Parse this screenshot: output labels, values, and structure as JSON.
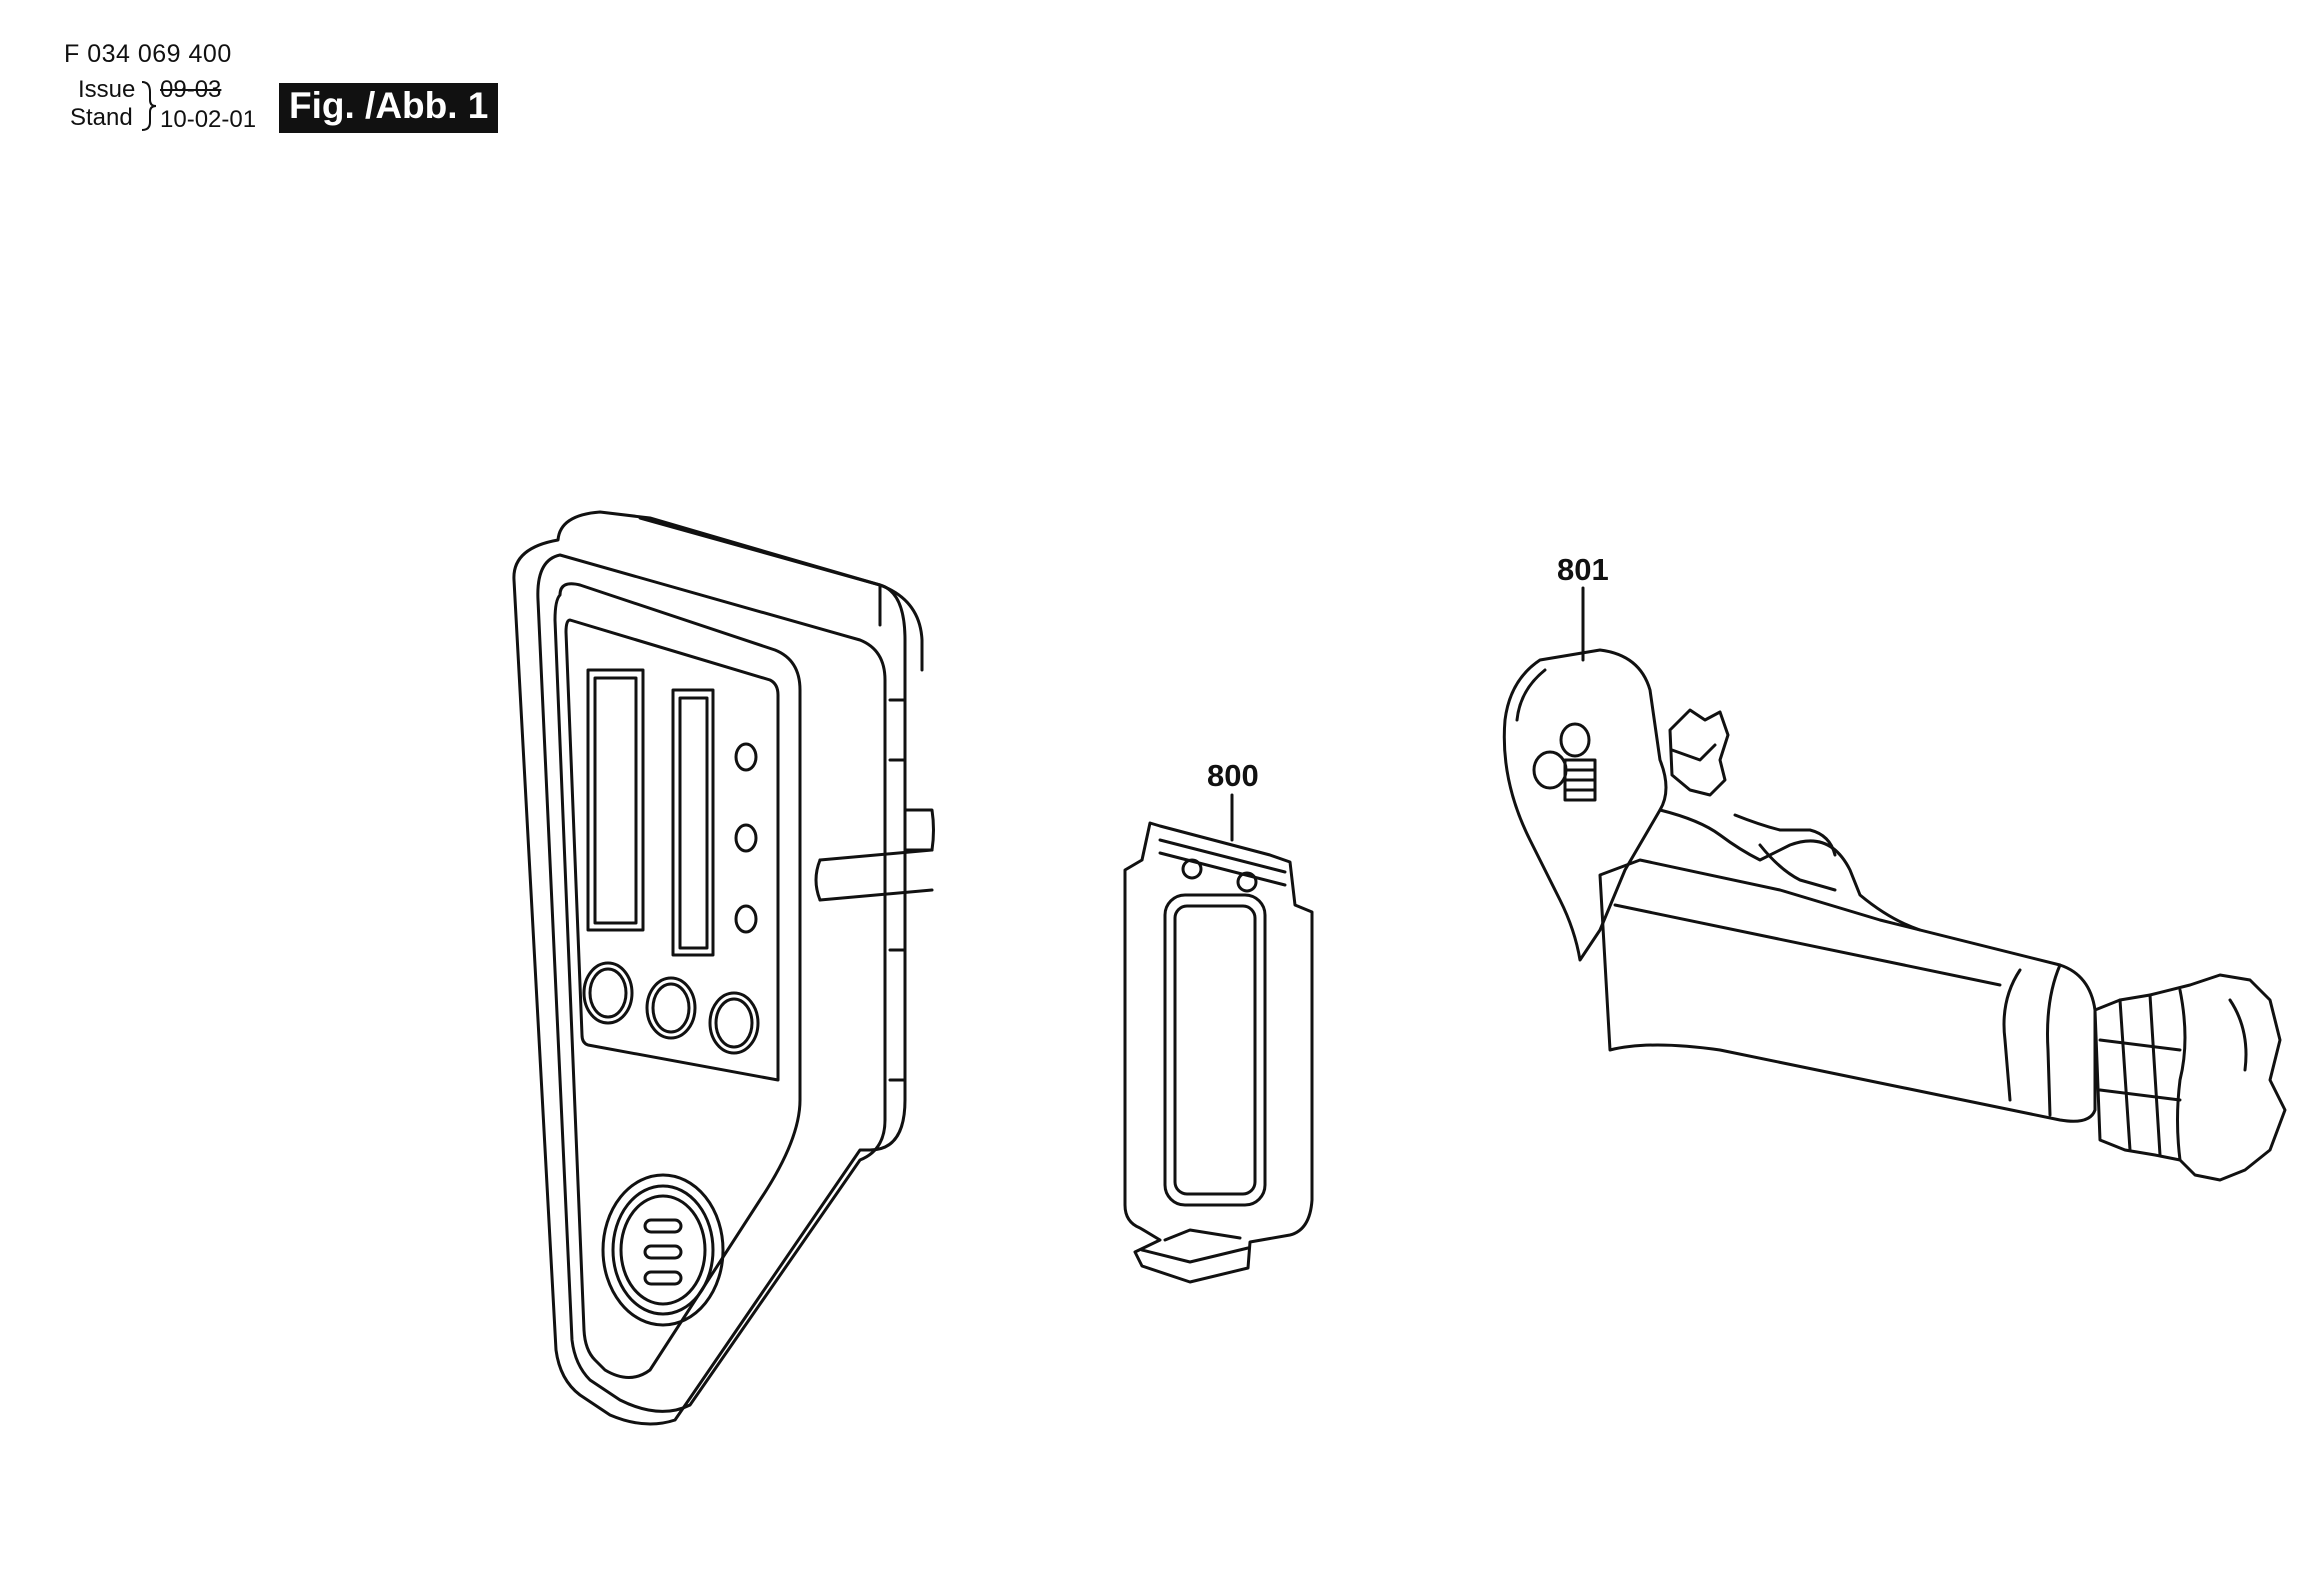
{
  "header": {
    "part_number": "F 034 069 400",
    "issue_label": "Issue",
    "stand_label": "Stand",
    "issue_date": "09-03",
    "stand_date": "10-02-01",
    "figure_label": "Fig. /Abb. 1"
  },
  "parts": {
    "battery_cover_number": "800",
    "holder_clamp_number": "801"
  }
}
